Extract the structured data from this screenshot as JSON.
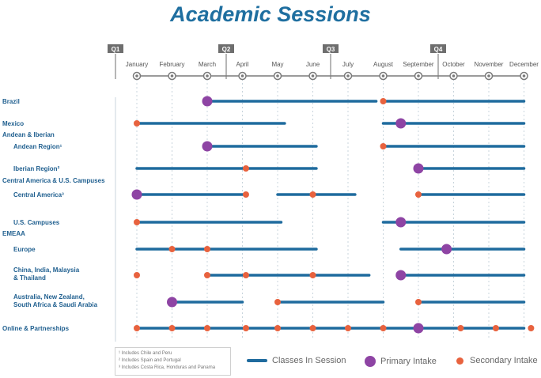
{
  "title": "Academic Sessions",
  "colors": {
    "line": "#1f6b9e",
    "primary": "#8e44a4",
    "secondary": "#e8623e",
    "month_marker": "#7a7a7a",
    "quarter": "#6e6e6e",
    "label": "#1f5f8f",
    "grid": "#c8d4dc"
  },
  "footnotes": [
    "¹ Includes Chile and Peru",
    "² Includes Spain and Portugal",
    "³ Includes Costa Rica, Honduras and Panama"
  ],
  "legend": {
    "line": "Classes In Session",
    "primary": "Primary Intake",
    "secondary": "Secondary Intake"
  },
  "chart_data": {
    "type": "timeline",
    "quarters": [
      "Q1",
      "Q2",
      "Q3",
      "Q4"
    ],
    "months": [
      "January",
      "February",
      "March",
      "April",
      "May",
      "June",
      "July",
      "August",
      "September",
      "October",
      "November",
      "December"
    ],
    "rows": [
      {
        "label": "Brazil",
        "indent": false,
        "sessions": [
          [
            3,
            7.8
          ],
          [
            8,
            12
          ]
        ],
        "primary": [
          3
        ],
        "secondary": [
          8
        ]
      },
      {
        "label": "Mexico",
        "indent": false,
        "sessions": [
          [
            1,
            5.2
          ],
          [
            8,
            12
          ]
        ],
        "primary": [
          8.5
        ],
        "secondary": [
          1
        ]
      },
      {
        "label": "Andean & Iberian",
        "indent": false,
        "header": true,
        "sessions": [],
        "primary": [],
        "secondary": []
      },
      {
        "label": "Andean Region¹",
        "indent": true,
        "sessions": [
          [
            3,
            6.1
          ],
          [
            8,
            12
          ]
        ],
        "primary": [
          3
        ],
        "secondary": [
          8
        ]
      },
      {
        "label": "Iberian Region²",
        "indent": true,
        "sessions": [
          [
            1,
            6.1
          ],
          [
            9,
            12
          ]
        ],
        "primary": [
          9
        ],
        "secondary": [
          4.1
        ]
      },
      {
        "label": "Central America & U.S. Campuses",
        "indent": false,
        "header": true,
        "sessions": [],
        "primary": [],
        "secondary": []
      },
      {
        "label": "Central America³",
        "indent": true,
        "sessions": [
          [
            1,
            4.1
          ],
          [
            5,
            7.2
          ],
          [
            9,
            12
          ]
        ],
        "primary": [
          1
        ],
        "secondary": [
          4.1,
          6,
          9
        ]
      },
      {
        "label": "U.S. Campuses",
        "indent": true,
        "sessions": [
          [
            1,
            5.1
          ],
          [
            8,
            12
          ]
        ],
        "primary": [
          8.5
        ],
        "secondary": [
          1
        ]
      },
      {
        "label": "EMEAA",
        "indent": false,
        "header": true,
        "sessions": [],
        "primary": [],
        "secondary": []
      },
      {
        "label": "Europe",
        "indent": true,
        "sessions": [
          [
            1,
            6.1
          ],
          [
            8.5,
            12
          ]
        ],
        "primary": [
          9.8
        ],
        "secondary": [
          2,
          3
        ]
      },
      {
        "label": "China, India, Malaysia & Thailand",
        "indent": true,
        "sessions": [
          [
            3,
            7.6
          ],
          [
            8.5,
            12
          ]
        ],
        "primary": [
          8.5
        ],
        "secondary": [
          1,
          3,
          4.1,
          6
        ]
      },
      {
        "label": "Australia, New Zealand, South Africa & Saudi Arabia",
        "indent": true,
        "sessions": [
          [
            2,
            4
          ],
          [
            5,
            8
          ],
          [
            9,
            12
          ]
        ],
        "primary": [
          2
        ],
        "secondary": [
          5,
          9
        ]
      },
      {
        "label": "Online & Partnerships",
        "indent": false,
        "sessions": [
          [
            1,
            12
          ]
        ],
        "primary": [
          9
        ],
        "secondary": [
          1,
          2,
          3,
          4.1,
          5,
          6,
          7,
          8,
          10.2,
          11.2,
          12.2
        ]
      }
    ]
  }
}
